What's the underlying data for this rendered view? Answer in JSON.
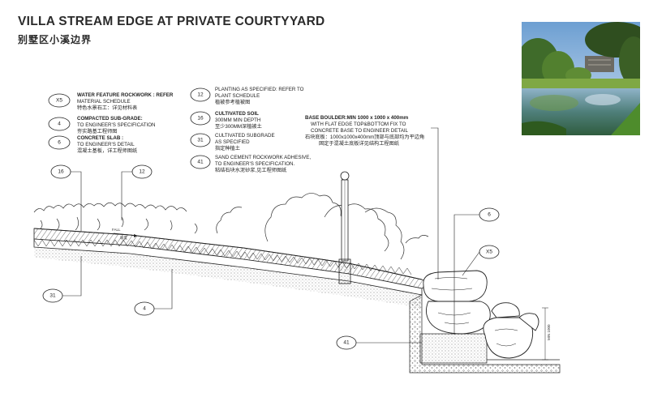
{
  "title": "VILLA STREAM EDGE AT PRIVATE COURTYYARD",
  "subtitle": "别墅区小溪边界",
  "labels": {
    "x5": {
      "tag": "X5",
      "line1": "WATER FEATURE ROCKWORK : REFER",
      "line2": "MATERIAL SCHEDULE",
      "line3": "特色水景石工：详见材料表"
    },
    "four": {
      "tag": "4",
      "line1": "COMPACTED SUB-GRADE:",
      "line2": "TO ENGINEER'S SPECIFICATION",
      "line3": "夯实路基工程师图"
    },
    "six": {
      "tag": "6",
      "line1": "CONCRETE SLAB :",
      "line2": "TO ENGINEER'S DETAIL",
      "line3": "混凝土基板，详工程师图纸"
    },
    "twelve": {
      "tag": "12",
      "line1": "PLANTING AS SPECIFIED: REFER TO",
      "line2": "PLANT SCHEDULE",
      "line3": "植被参考植被图"
    },
    "sixteen": {
      "tag": "16",
      "line1": "CULTIVATED SOIL",
      "line2": "300MM MIN DEPTH",
      "line3": "至少300MM深植被土"
    },
    "thirtyone": {
      "tag": "31",
      "line1": "CULTIVATED SUBGRADE",
      "line2": "AS SPECIFIED",
      "line3": "指定种植土"
    },
    "fortyone": {
      "tag": "41",
      "line1": "SAND CEMENT ROCKWORK ADHESIVE,",
      "line2": "TO ENGINEER'S SPECIFICATION.",
      "line3": "粘结石块水泥砂浆,见工程师图纸"
    },
    "boulder": {
      "line1": "BASE BOULDER:MIN 1000 x 1000 x 400mm",
      "line2": "WITH FLAT EDGE TOP&BOTTOM  FIX TO",
      "line3": "CONCRETE BASE TO ENGINEER DETAIL",
      "line4": "石块底板：1000x1000x400mm顶部与底部均为平边角",
      "line5": "固定于混凝土底板详见结构工程图纸"
    }
  },
  "section_tags": {
    "t16": "16",
    "t12": "12",
    "t31": "31",
    "t4": "4",
    "t6": "6",
    "tX5": "X5",
    "t41": "41"
  },
  "small_notes": {
    "fall": "FALL",
    "fall_cn": "坡度",
    "dim": "MIN 1000"
  }
}
